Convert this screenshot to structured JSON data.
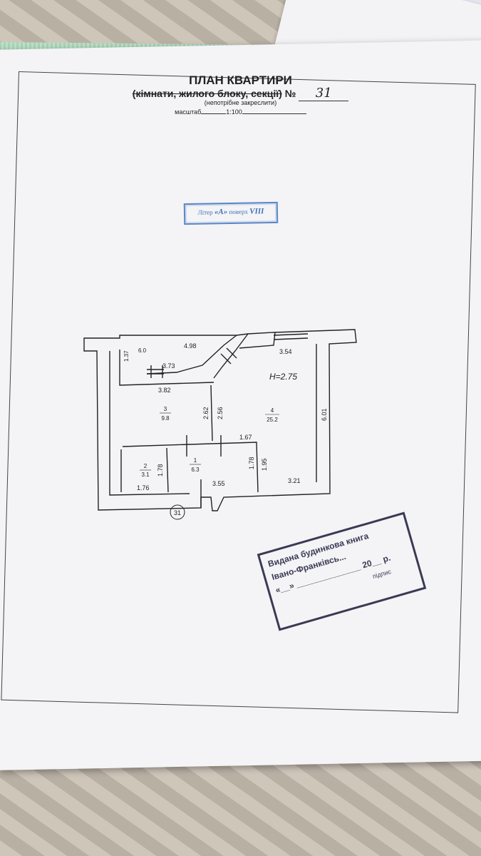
{
  "document": {
    "title": "ПЛАН КВАРТИРИ",
    "subtitle_struck": "(кімнати, жилого блоку, секції)",
    "number_label": "№",
    "number_value": "31",
    "note": "(непотрібне закреслити)",
    "scale_label": "масштаб",
    "scale_value": "1:100"
  },
  "litera_stamp": {
    "prefix": "Літер",
    "litera": "«А»",
    "floor_label": "поверх",
    "floor": "VIII"
  },
  "plan": {
    "height_label": "H=2.75",
    "apartment_marker": "31",
    "dimensions": {
      "d_137": "1.37",
      "d_60": "6.0",
      "d_498": "4.98",
      "d_354": "3.54",
      "d_373": "3.73",
      "d_382": "3.82",
      "d_262": "2.62",
      "d_256": "2.56",
      "d_601": "6.01",
      "d_167": "1.67",
      "d_195": "1.95",
      "d_178a": "1.78",
      "d_178b": "1.78",
      "d_176": "1.76",
      "d_355": "3.55",
      "d_321": "3.21"
    },
    "rooms": [
      {
        "number": "1",
        "area": "6.3"
      },
      {
        "number": "2",
        "area": "3.1"
      },
      {
        "number": "3",
        "area": "9.8"
      },
      {
        "number": "4",
        "area": "25.2"
      }
    ]
  },
  "issue_stamp": {
    "line1": "Видана будинкова книга",
    "line2": "Івано-Франківсь...",
    "quote_open": "«",
    "quote_close": "»",
    "year_prefix": "20",
    "year_suffix": "р.",
    "signature_label": "підпис"
  },
  "colors": {
    "stamp_blue": "#3f6fb5",
    "stamp_ink": "#3b3a55"
  }
}
